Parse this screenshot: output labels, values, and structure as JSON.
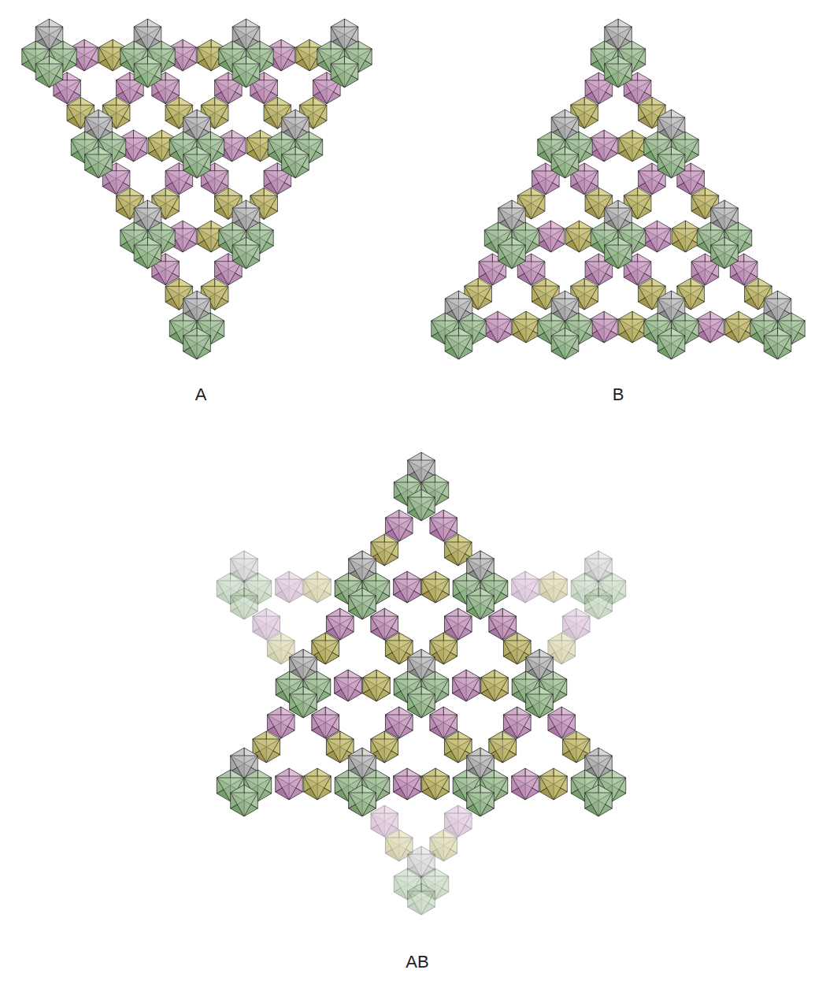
{
  "diagram": {
    "labels": [
      "A",
      "B",
      "AB"
    ]
  }
}
